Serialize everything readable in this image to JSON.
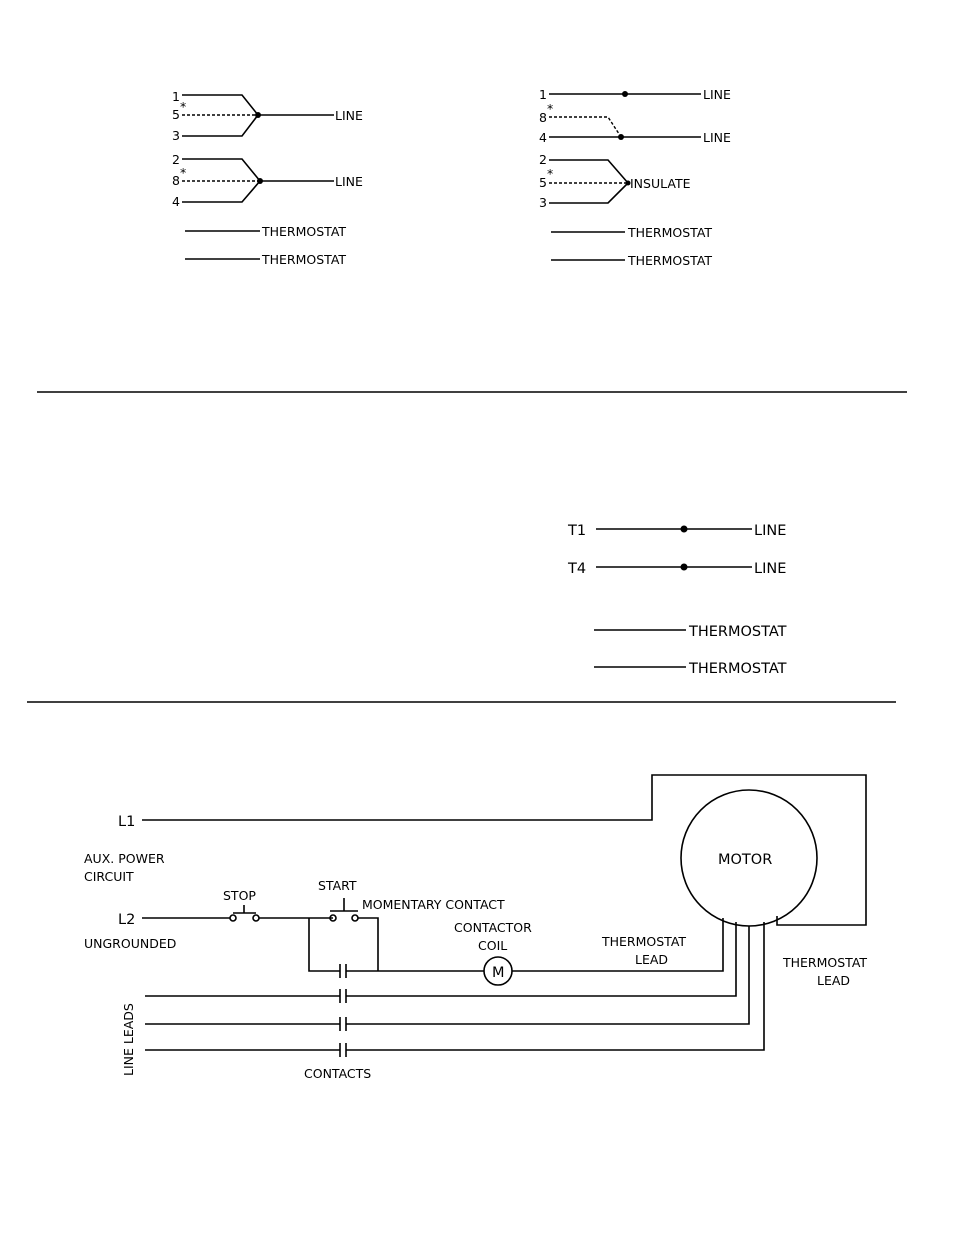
{
  "diagram_a": {
    "leads": [
      "1",
      "5",
      "3",
      "2",
      "8",
      "4"
    ],
    "mark": "*",
    "line_label": "LINE",
    "thermostat_label": "THERMOSTAT"
  },
  "diagram_b": {
    "leads": [
      "1",
      "8",
      "4",
      "2",
      "5",
      "3"
    ],
    "mark": "*",
    "line_label": "LINE",
    "insulate_label": "INSULATE",
    "thermostat_label": "THERMOSTAT"
  },
  "diagram_c": {
    "leads": [
      "T1",
      "T4"
    ],
    "line_label": "LINE",
    "thermostat_label": "THERMOSTAT"
  },
  "diagram_d": {
    "l1": "L1",
    "l2": "L2",
    "aux_1": "AUX. POWER",
    "aux_2": "CIRCUIT",
    "ungrounded": "UNGROUNDED",
    "stop": "STOP",
    "start": "START",
    "momentary": "MOMENTARY CONTACT",
    "contactor_1": "CONTACTOR",
    "contactor_2": "COIL",
    "coil_symbol": "M",
    "motor": "MOTOR",
    "thermostat_1": "THERMOSTAT",
    "lead": "LEAD",
    "line_leads": "LINE LEADS",
    "contacts": "CONTACTS"
  }
}
